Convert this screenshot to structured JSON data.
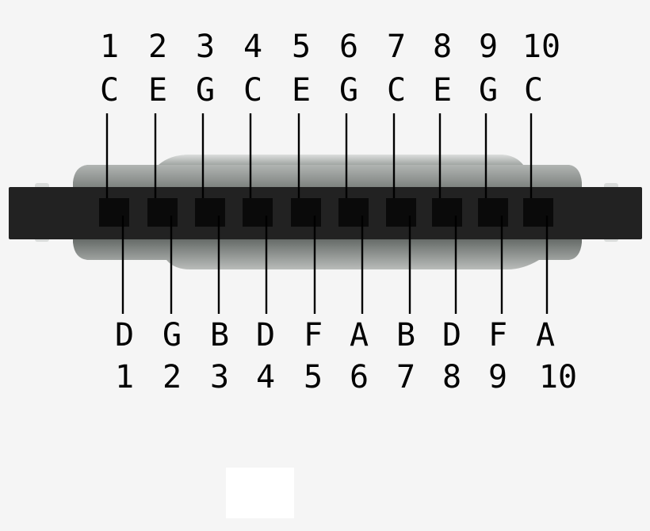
{
  "harmonica": {
    "holes": [
      {
        "blow_number": "1",
        "blow_note": "C",
        "draw_note": "D",
        "draw_number": "1"
      },
      {
        "blow_number": "2",
        "blow_note": "E",
        "draw_note": "G",
        "draw_number": "2"
      },
      {
        "blow_number": "3",
        "blow_note": "G",
        "draw_note": "B",
        "draw_number": "3"
      },
      {
        "blow_number": "4",
        "blow_note": "C",
        "draw_note": "D",
        "draw_number": "4"
      },
      {
        "blow_number": "5",
        "blow_note": "E",
        "draw_note": "F",
        "draw_number": "5"
      },
      {
        "blow_number": "6",
        "blow_note": "G",
        "draw_note": "A",
        "draw_number": "6"
      },
      {
        "blow_number": "7",
        "blow_note": "C",
        "draw_note": "B",
        "draw_number": "7"
      },
      {
        "blow_number": "8",
        "blow_note": "E",
        "draw_note": "D",
        "draw_number": "8"
      },
      {
        "blow_number": "9",
        "blow_note": "G",
        "draw_note": "F",
        "draw_number": "9"
      },
      {
        "blow_number": "10",
        "blow_note": "C",
        "draw_note": "A",
        "draw_number": "10"
      }
    ]
  },
  "colors": {
    "background": "#f5f5f5",
    "body": "#222222",
    "holes": "#0a0a0a",
    "leader_lines": "#000000",
    "text": "#000000",
    "cover_plate": "#8c918e"
  }
}
